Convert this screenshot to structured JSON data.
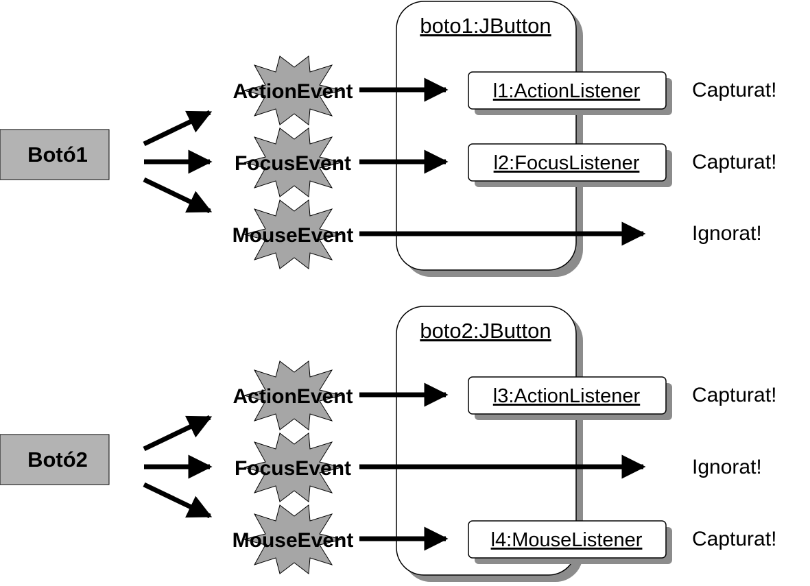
{
  "colors": {
    "button_fill": "#b3b3b3",
    "starburst_fill": "#a6a6a6",
    "shadow": "#8c8c8c",
    "stroke": "#000000",
    "box_fill": "#ffffff"
  },
  "groups": [
    {
      "button_label": "Botó1",
      "object_label": "boto1:JButton",
      "events": [
        {
          "label": "ActionEvent",
          "listener": "l1:ActionListener",
          "result": "Capturat!"
        },
        {
          "label": "FocusEvent",
          "listener": "l2:FocusListener",
          "result": "Capturat!"
        },
        {
          "label": "MouseEvent",
          "listener": "",
          "result": "Ignorat!"
        }
      ]
    },
    {
      "button_label": "Botó2",
      "object_label": "boto2:JButton",
      "events": [
        {
          "label": "ActionEvent",
          "listener": "l3:ActionListener",
          "result": "Capturat!"
        },
        {
          "label": "FocusEvent",
          "listener": "",
          "result": "Ignorat!"
        },
        {
          "label": "MouseEvent",
          "listener": "l4:MouseListener",
          "result": "Capturat!"
        }
      ]
    }
  ]
}
